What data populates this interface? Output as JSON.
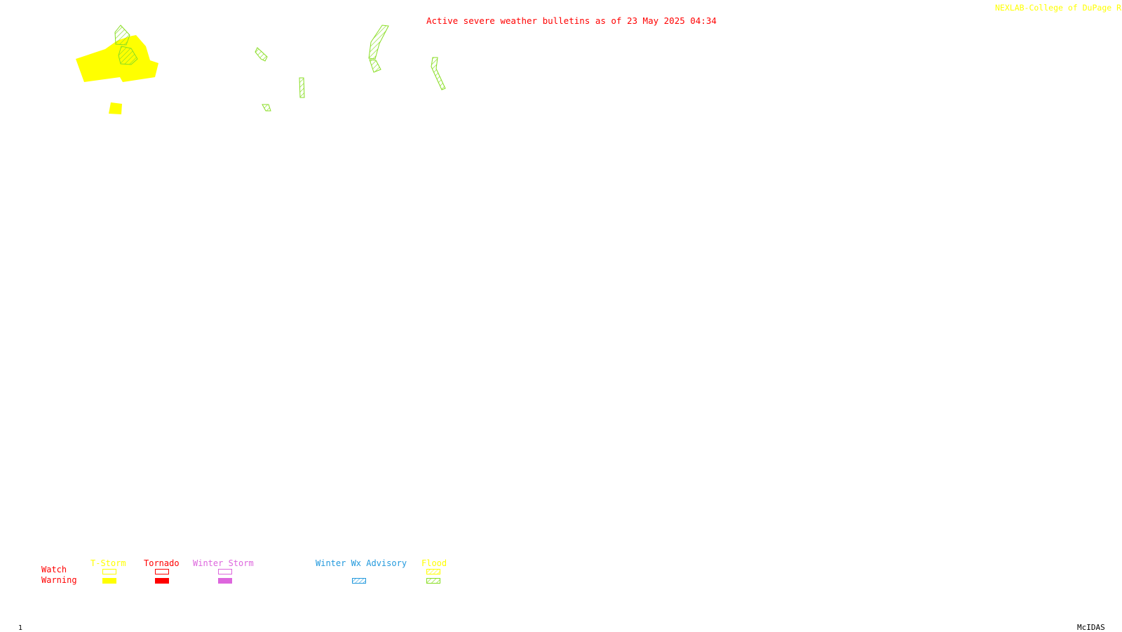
{
  "header": {
    "title": "Active severe weather bulletins as of 23 May 2025 04:34",
    "credit": "NEXLAB-College of DuPage R"
  },
  "legend": {
    "rows": {
      "watch": "Watch",
      "warning": "Warning"
    },
    "categories": {
      "tstorm": {
        "label": "T-Storm",
        "color": "#ffff00"
      },
      "tornado": {
        "label": "Tornado",
        "color": "#ff0000"
      },
      "winter_storm": {
        "label": "Winter Storm",
        "color": "#dd66dd"
      },
      "winter_advisory": {
        "label": "Winter Wx Advisory",
        "color": "#2299dd"
      },
      "flood": {
        "label": "Flood",
        "color": "#88dd22"
      }
    }
  },
  "footer": {
    "frame_number": "1",
    "software": "McIDAS"
  },
  "colors": {
    "title": "#ff0000",
    "credit": "#ffff00",
    "warning_fill_tstorm": "#ffff00",
    "flood_hatch": "#88dd22",
    "footer_text": "#000000"
  }
}
